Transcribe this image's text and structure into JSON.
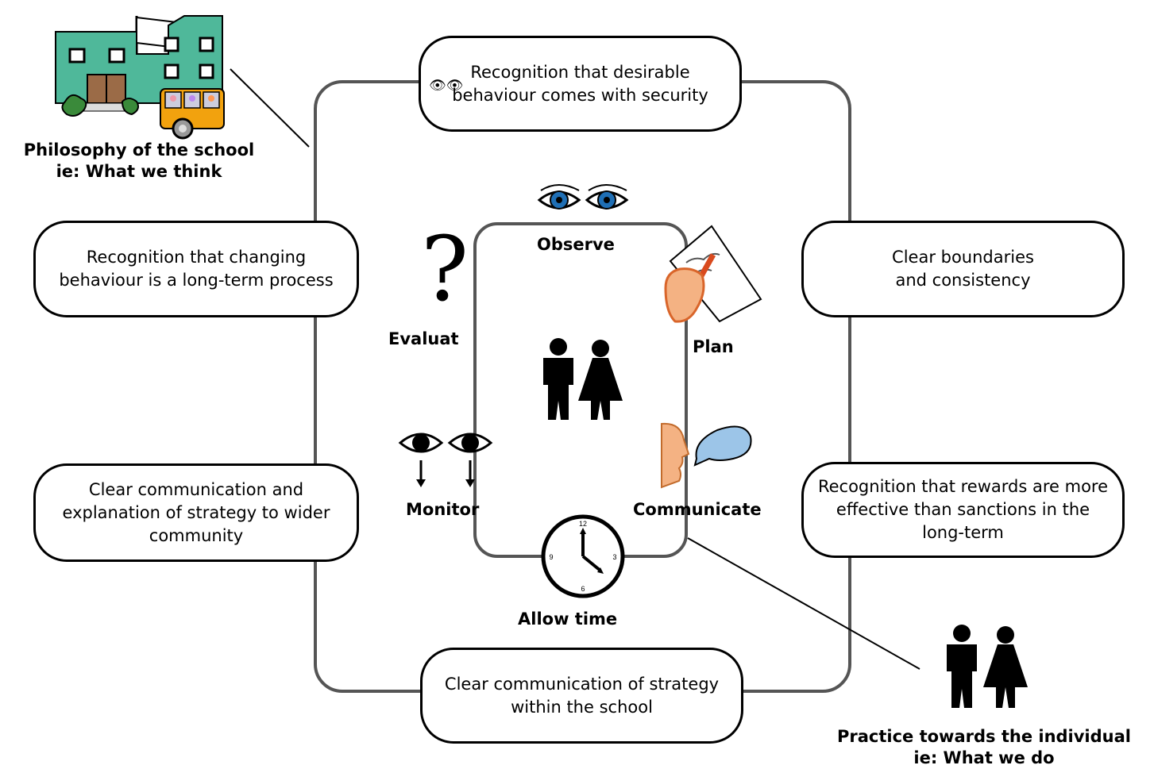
{
  "philosophy": {
    "line1": "Philosophy of the school",
    "line2": "ie: What we think"
  },
  "practice": {
    "line1": "Practice towards the individual",
    "line2": "ie: What we do"
  },
  "outer_boxes": {
    "top": "Recognition that desirable behaviour comes with security",
    "left_upper": "Recognition that changing behaviour is a long-term process",
    "left_lower": "Clear communication and explanation of strategy to wider community",
    "right_upper": "Clear boundaries and consistency",
    "right_lower": "Recognition that rewards are more effective than sanctions in the long-term",
    "bottom": "Clear communication of strategy within the school"
  },
  "cycle": {
    "observe": "Observe",
    "plan": "Plan",
    "communicate": "Communicate",
    "allow_time": "Allow time",
    "monitor": "Monitor",
    "evaluate": "Evaluat"
  },
  "clock": {
    "n12": "12",
    "n3": "3",
    "n6": "6",
    "n9": "9"
  },
  "icons": [
    "school-building-icon",
    "eyes-icon",
    "question-mark-icon",
    "writing-hand-icon",
    "people-icon",
    "speaking-face-icon",
    "monitor-eyes-icon",
    "clock-icon"
  ],
  "colors": {
    "school": "#4fb89a",
    "bus": "#f2a20e",
    "iris": "#1f6fb5",
    "skin": "#f4b283",
    "bubble": "#9cc5e8"
  }
}
